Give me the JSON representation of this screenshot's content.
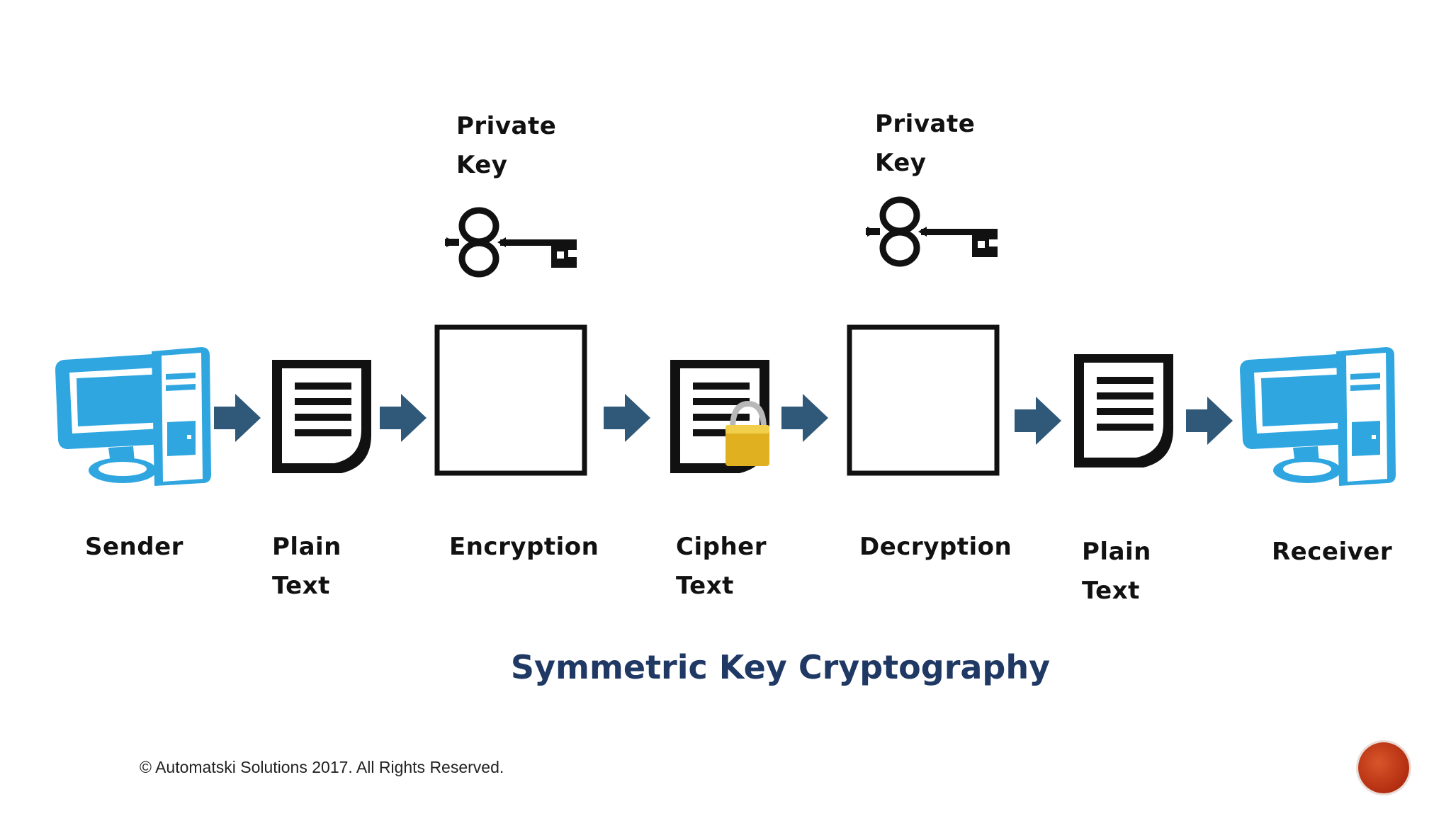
{
  "diagram": {
    "title": "Symmetric Key Cryptography",
    "stages": [
      {
        "id": "sender",
        "label": "Sender",
        "icon": "computer-icon"
      },
      {
        "id": "plain-text-in",
        "label_lines": [
          "Plain",
          "Text"
        ],
        "icon": "document-icon"
      },
      {
        "id": "encryption",
        "label": "Encryption",
        "icon": "process-box",
        "key_label_lines": [
          "Private",
          "Key"
        ],
        "key_icon": "key-icon"
      },
      {
        "id": "cipher-text",
        "label_lines": [
          "Cipher",
          "Text"
        ],
        "icon": "locked-document-icon"
      },
      {
        "id": "decryption",
        "label": "Decryption",
        "icon": "process-box",
        "key_label_lines": [
          "Private",
          "Key"
        ],
        "key_icon": "key-icon"
      },
      {
        "id": "plain-text-out",
        "label_lines": [
          "Plain",
          "Text"
        ],
        "icon": "document-icon"
      },
      {
        "id": "receiver",
        "label": "Receiver",
        "icon": "computer-icon"
      }
    ],
    "arrow_count": 6,
    "colors": {
      "computer_blue": "#2fa6e0",
      "arrow_blue": "#2f5879",
      "lock_gold": "#e0b020",
      "title_navy": "#1f3864"
    }
  },
  "footer": {
    "copyright": "© Automatski Solutions 2017. All Rights Reserved.",
    "logo_icon": "brand-logo-icon"
  }
}
